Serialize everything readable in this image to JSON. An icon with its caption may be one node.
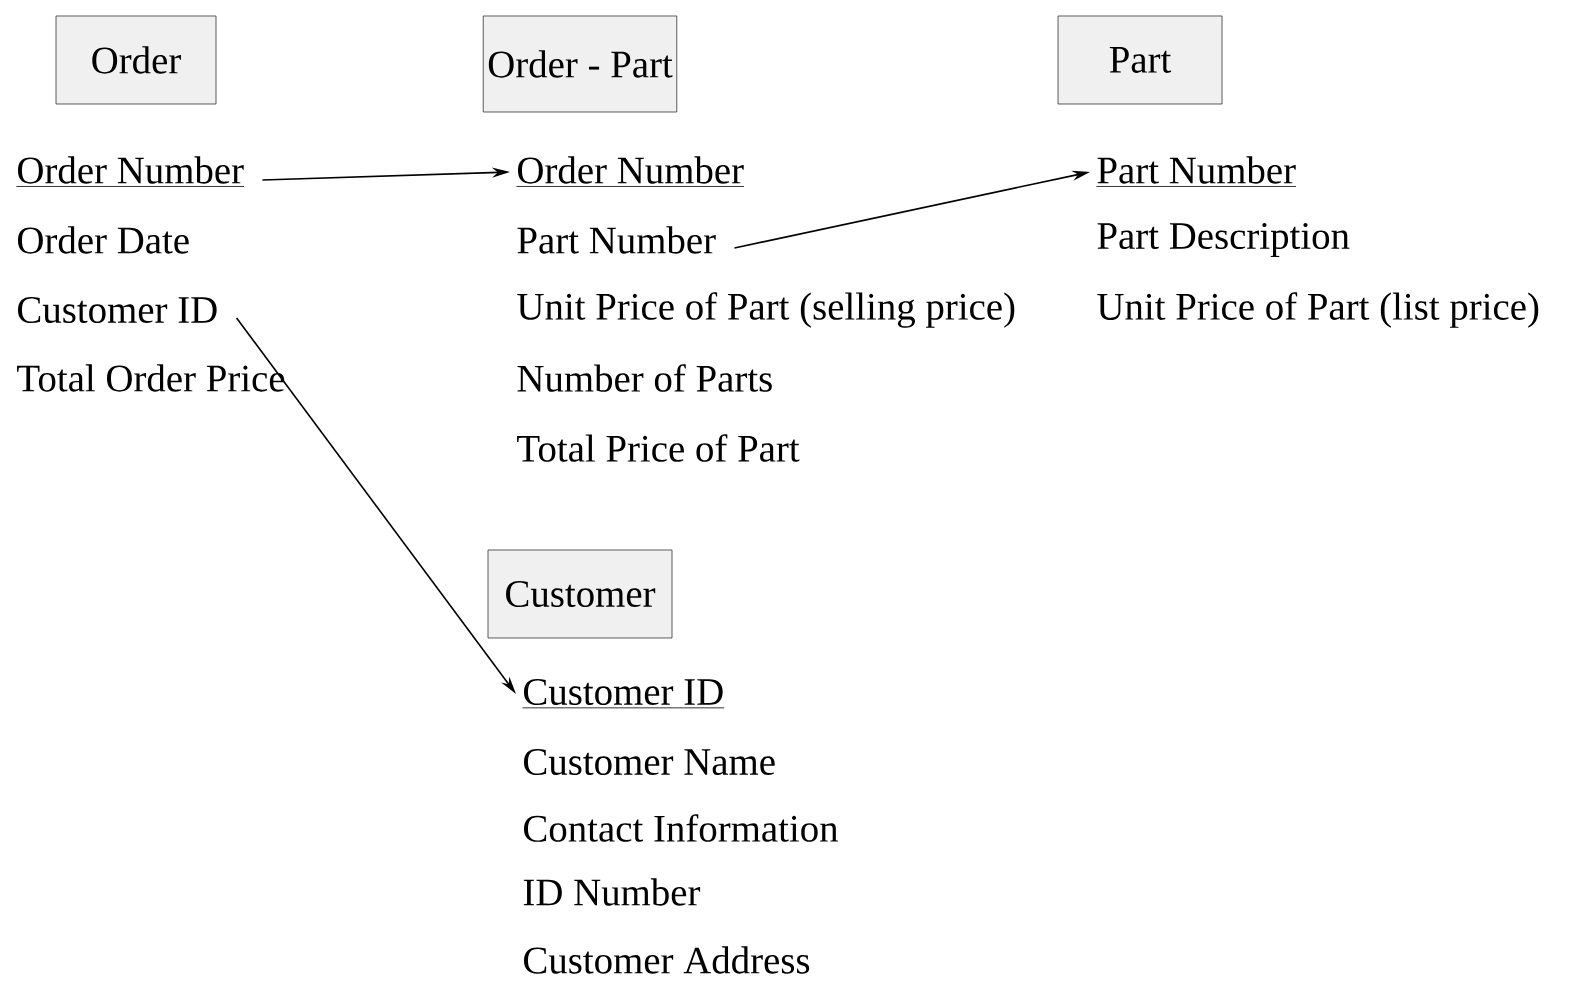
{
  "diagram": {
    "nodes": [
      {
        "text": [
          "Order"
        ]
      },
      {
        "text": [
          "Order Number"
        ]
      },
      {
        "text": [
          "Customer ID"
        ]
      },
      {
        "text": [
          "Order - Part"
        ]
      },
      {
        "text": [
          "Order Number"
        ]
      },
      {
        "text": [
          "Part Number"
        ]
      },
      {
        "text": [
          "Part"
        ]
      },
      {
        "text": [
          "Part Number"
        ]
      },
      {
        "text": [
          "Customer"
        ]
      },
      {
        "text": [
          "Customer ID"
        ]
      }
    ],
    "edges": [
      {
        "from": 1,
        "to": 4,
        "arrow": "to"
      },
      {
        "from": 5,
        "to": 7,
        "arrow": "to"
      },
      {
        "from": 2,
        "to": 9,
        "arrow": "to"
      }
    ],
    "labels": [
      "Order Date",
      "Total Order Price",
      "Unit Price of Part (selling price)",
      "Number of Parts",
      "Total Price of Part",
      "Part Description",
      "Unit Price of Part (list price)",
      "Customer Name",
      "Contact Information",
      "ID Number",
      "Customer Address"
    ]
  }
}
